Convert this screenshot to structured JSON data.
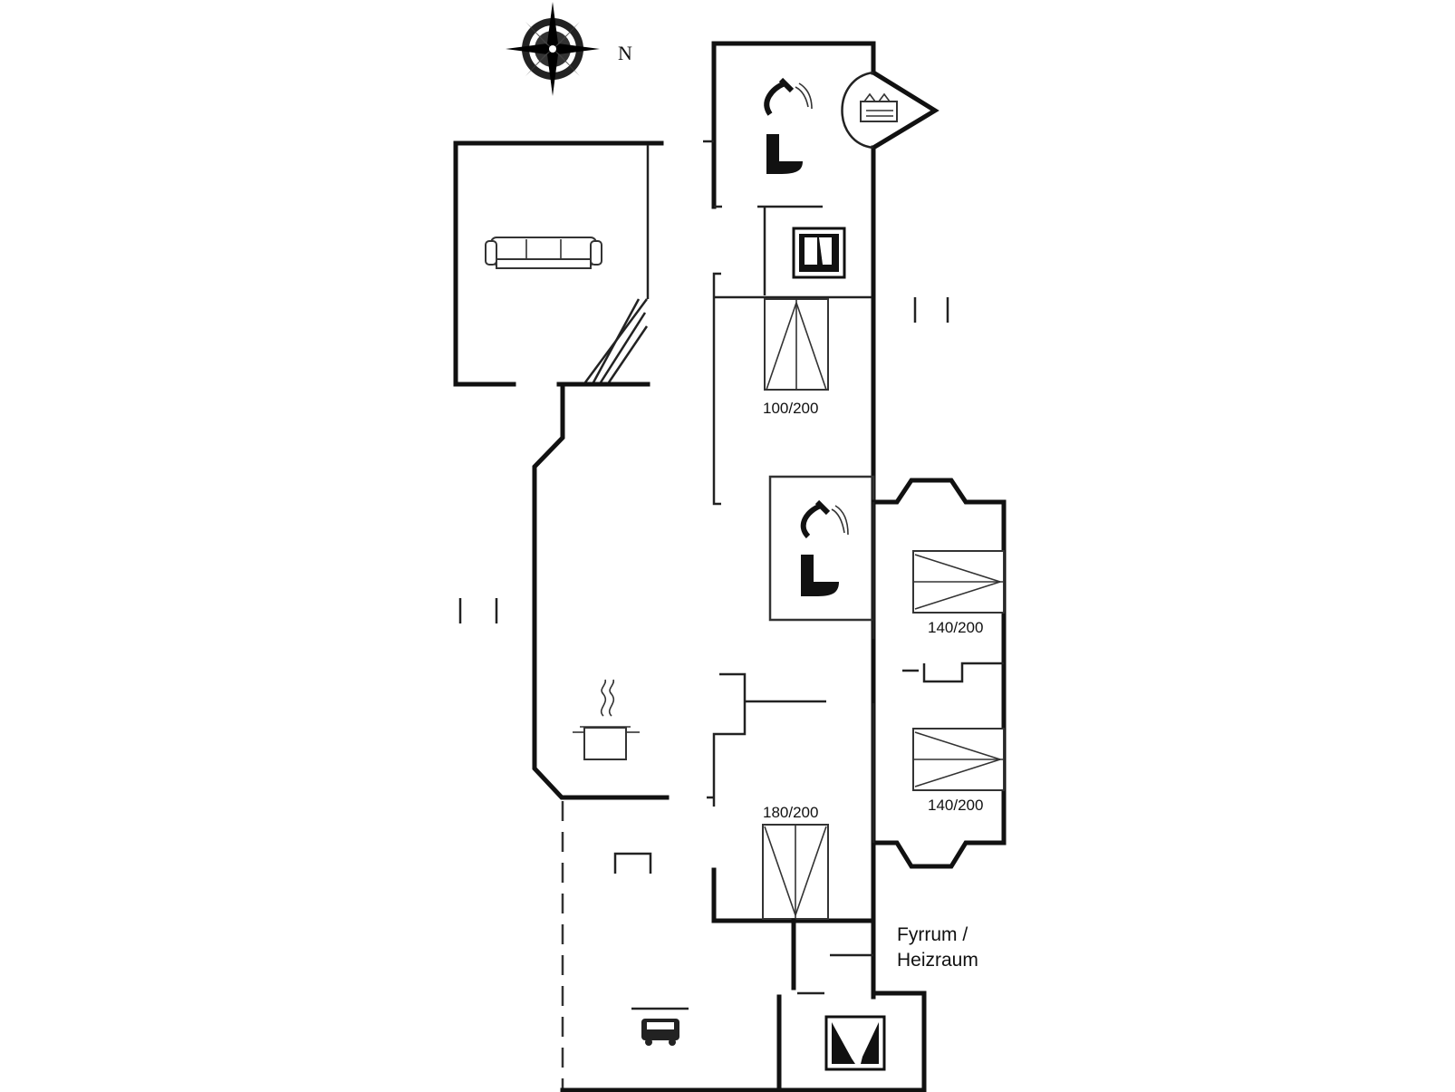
{
  "compass": {
    "label": "N",
    "icon": "compass-rose-icon"
  },
  "beds": [
    {
      "label": "100/200",
      "icon": "bed-icon"
    },
    {
      "label": "140/200",
      "icon": "bed-icon"
    },
    {
      "label": "140/200",
      "icon": "bed-icon"
    },
    {
      "label": "180/200",
      "icon": "bed-icon"
    }
  ],
  "utility_room": {
    "line1": "Fyrrum /",
    "line2": "Heizraum"
  },
  "icons": {
    "sofa": "sofa-icon",
    "kitchen": "cooking-pot-icon",
    "bath_shower_1": "shower-icon",
    "bath_toilet_1": "toilet-icon",
    "bath_shower_2": "shower-icon",
    "bath_toilet_2": "toilet-icon",
    "sauna": "sauna-icon",
    "washer": "washing-machine-icon",
    "carport": "car-icon",
    "dishwasher": "dishwasher-icon",
    "window_symbol": "window-icon"
  }
}
